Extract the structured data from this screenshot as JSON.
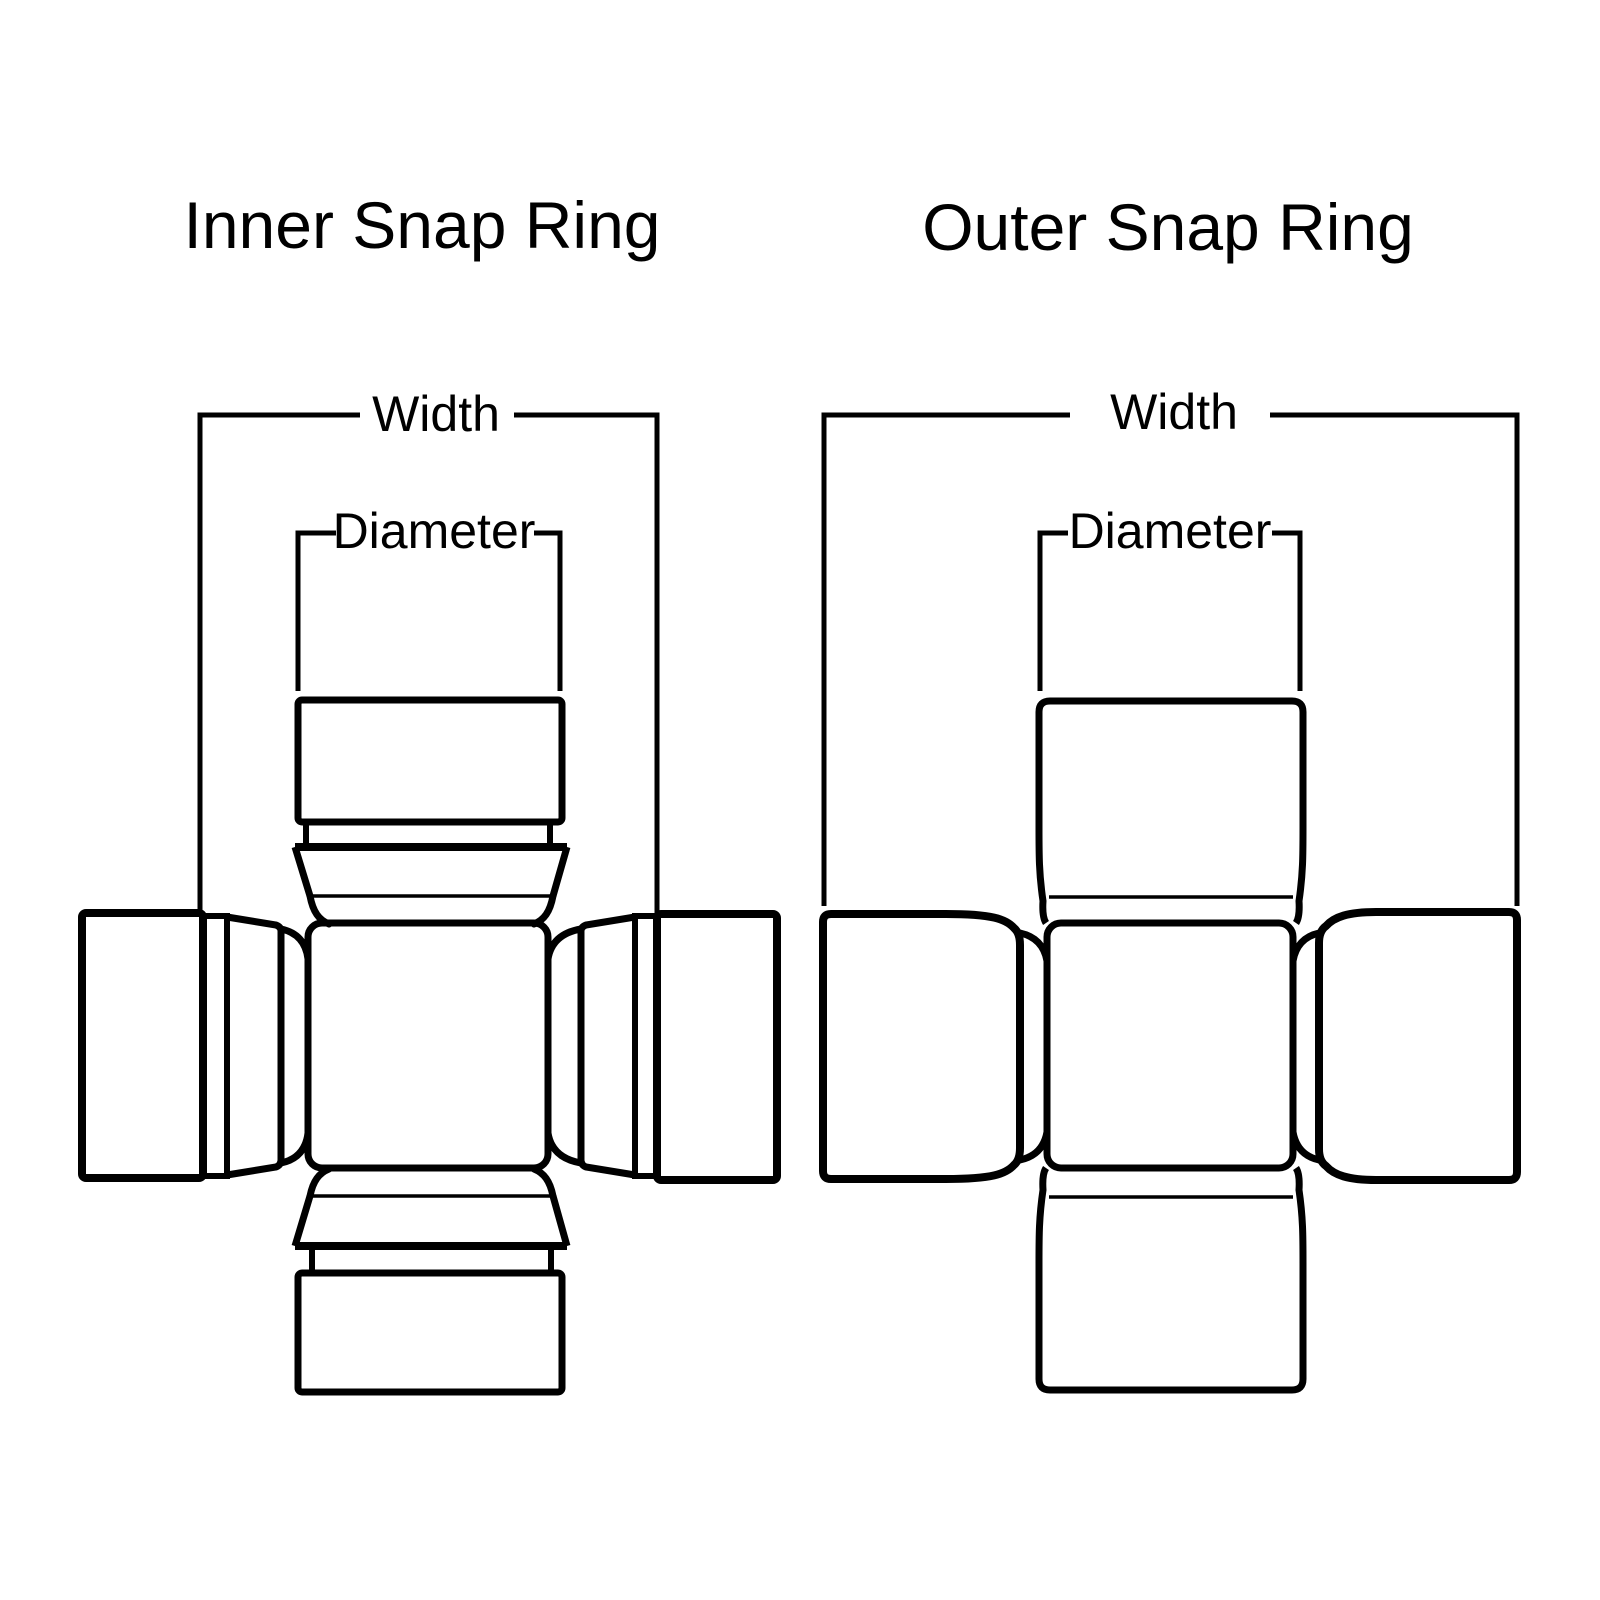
{
  "page": {
    "background_color": "#ffffff",
    "line_color": "#000000",
    "description": "Universal joint (u-joint) snap ring style comparison diagram"
  },
  "inner_diagram": {
    "title": "Inner Snap Ring",
    "width_label": "Width",
    "diameter_label": "Diameter"
  },
  "outer_diagram": {
    "title": "Outer Snap Ring",
    "width_label": "Width",
    "diameter_label": "Diameter"
  }
}
